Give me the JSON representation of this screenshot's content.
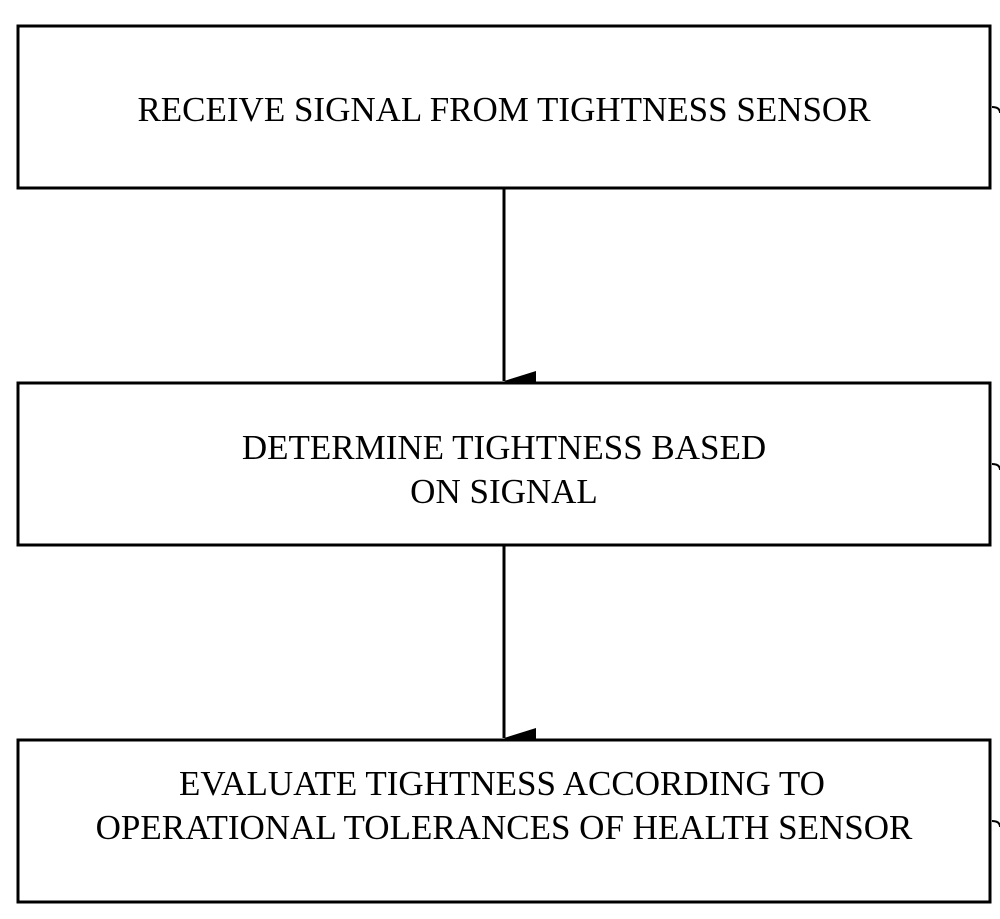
{
  "flowchart": {
    "steps": [
      {
        "lines": [
          "RECEIVE SIGNAL FROM TIGHTNESS SENSOR"
        ]
      },
      {
        "lines": [
          "DETERMINE TIGHTNESS BASED",
          "ON SIGNAL"
        ]
      },
      {
        "lines": [
          "EVALUATE TIGHTNESS ACCORDING TO",
          "OPERATIONAL TOLERANCES OF HEALTH SENSOR"
        ]
      }
    ]
  },
  "colors": {
    "stroke": "#000000",
    "background": "#ffffff"
  }
}
